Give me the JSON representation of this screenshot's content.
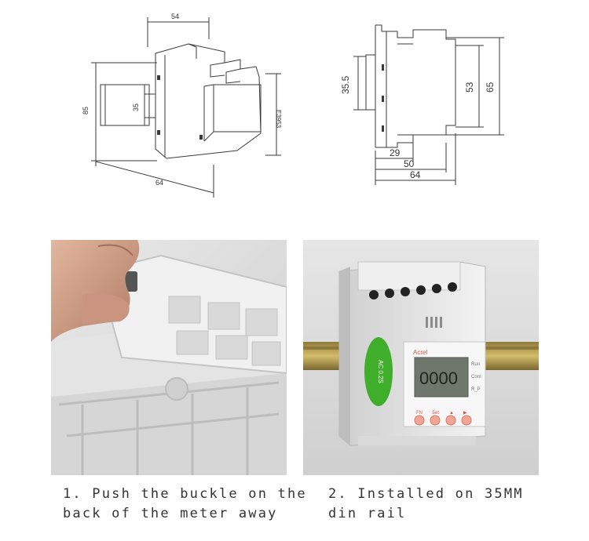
{
  "drawing_left": {
    "dims": {
      "top_width": "54",
      "height": "85",
      "rail": "35",
      "depth": "64",
      "side": "E3953"
    }
  },
  "drawing_right": {
    "dims": {
      "rail": "35.5",
      "inner": "53",
      "outer": "65",
      "d1": "29",
      "d2": "50",
      "d3": "64"
    }
  },
  "photo_right": {
    "display": {
      "brand": "Acrel",
      "reading": "0000",
      "indicators": [
        "Run",
        "Com",
        "R_P"
      ],
      "keys": [
        "FN",
        "Set",
        "▲",
        "▶"
      ],
      "side_label": "AC 0.2S"
    }
  },
  "captions": {
    "left": [
      "1. Push the buckle on the",
      "back of the meter away"
    ],
    "right": [
      "2. Installed on 35MM",
      "din rail"
    ]
  },
  "colors": {
    "line": "#3a3a3a",
    "rail": "#b9a25a",
    "green": "#3fae2a",
    "lcd": "#6f776d",
    "key": "#f2a595"
  }
}
